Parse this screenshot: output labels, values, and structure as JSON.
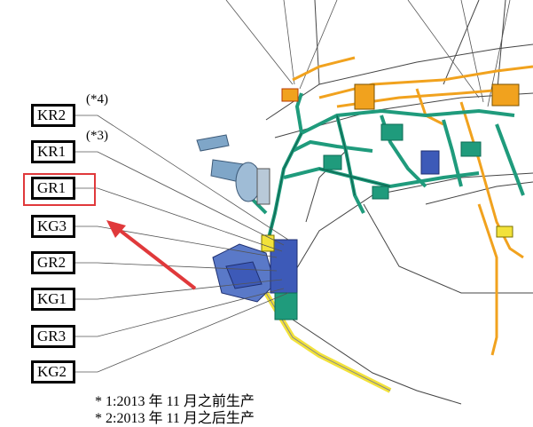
{
  "connectors": [
    {
      "id": "KR2",
      "label": "KR2",
      "note": "(*4)"
    },
    {
      "id": "KR1",
      "label": "KR1",
      "note": "(*3)"
    },
    {
      "id": "GR1",
      "label": "GR1",
      "note": ""
    },
    {
      "id": "KG3",
      "label": "KG3",
      "note": ""
    },
    {
      "id": "GR2",
      "label": "GR2",
      "note": ""
    },
    {
      "id": "KG1",
      "label": "KG1",
      "note": ""
    },
    {
      "id": "GR3",
      "label": "GR3",
      "note": ""
    },
    {
      "id": "KG2",
      "label": "KG2",
      "note": ""
    }
  ],
  "highlighted_connector": "GR1",
  "footnotes": {
    "line1": "* 1:2013 年 11 月之前生产",
    "line2": "* 2:2013 年 11 月之后生产"
  },
  "colors": {
    "harness_green": "#1f9b7c",
    "harness_dark_green": "#0e6b55",
    "harness_orange": "#f1a21e",
    "harness_yellow": "#f2e23a",
    "connector_blue": "#3d5ab8",
    "bracket_blue": "#7fa6c8",
    "highlight_red": "#e0393b",
    "arrow_red": "#e0393b",
    "line_gray": "#555555"
  }
}
